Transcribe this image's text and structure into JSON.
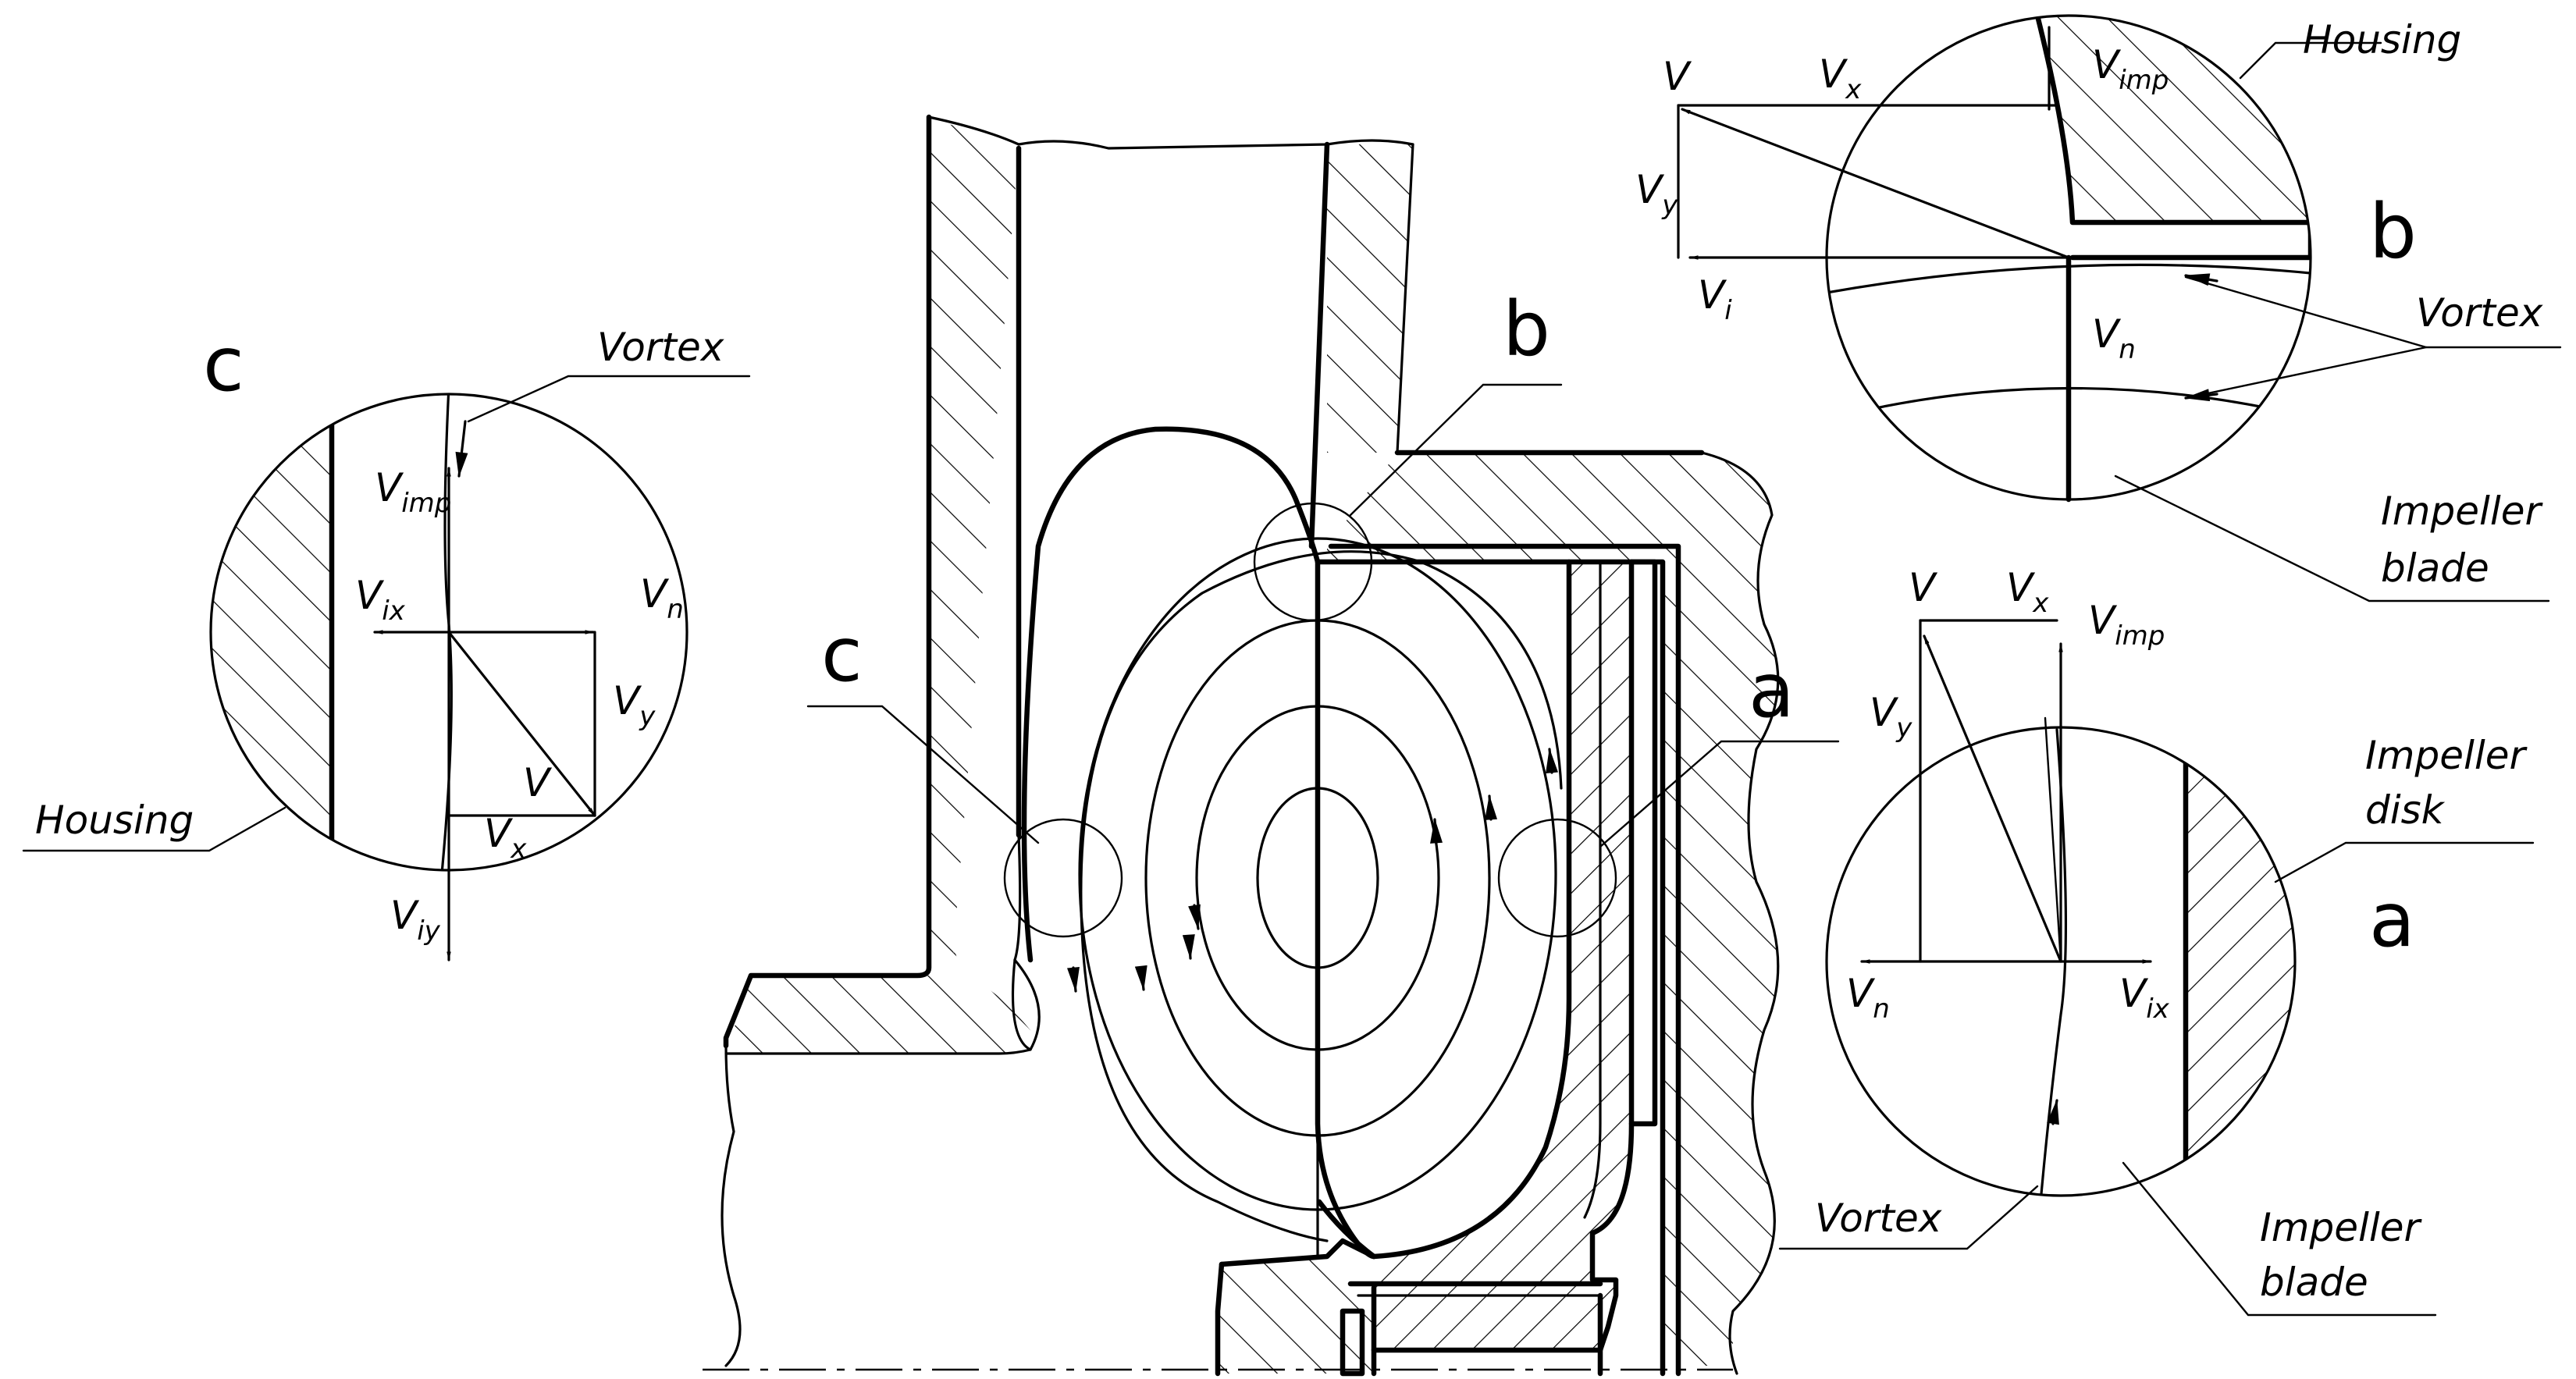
{
  "detail_letters": {
    "a": "a",
    "b": "b",
    "c": "c"
  },
  "labels": {
    "vortex": "Vortex",
    "housing": "Housing",
    "impeller": "Impeller",
    "blade": "blade",
    "disk": "disk"
  },
  "velocity_symbols": {
    "V": "V",
    "imp": "imp",
    "x": "x",
    "y": "y",
    "i": "i",
    "n": "n",
    "ix": "ix",
    "iy": "iy"
  }
}
